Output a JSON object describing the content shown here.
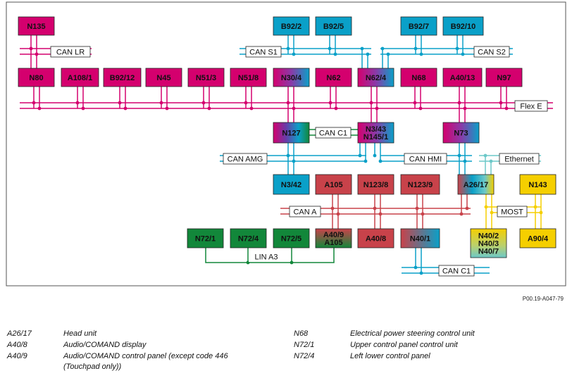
{
  "diagram": {
    "reference": "P00.19-A047-79",
    "colors": {
      "magenta": "#d4006e",
      "cyan": "#0aa0c8",
      "red": "#c8424a",
      "green": "#12873a",
      "yellow": "#f5cf00",
      "teal": "#6cc8c8",
      "purple": "#9a2a8c"
    },
    "modules": [
      {
        "id": "N135",
        "label": "N135",
        "color": "magenta"
      },
      {
        "id": "N80",
        "label": "N80",
        "color": "magenta"
      },
      {
        "id": "A108-1",
        "label": "A108/1",
        "color": "magenta"
      },
      {
        "id": "B92-12",
        "label": "B92/12",
        "color": "magenta"
      },
      {
        "id": "N45",
        "label": "N45",
        "color": "magenta"
      },
      {
        "id": "N51-3",
        "label": "N51/3",
        "color": "magenta"
      },
      {
        "id": "N51-8",
        "label": "N51/8",
        "color": "magenta"
      },
      {
        "id": "N30-4",
        "label": "N30/4",
        "color": "magenta-cyan"
      },
      {
        "id": "N62",
        "label": "N62",
        "color": "magenta"
      },
      {
        "id": "N62-4",
        "label": "N62/4",
        "color": "magenta-cyan"
      },
      {
        "id": "N68",
        "label": "N68",
        "color": "magenta"
      },
      {
        "id": "A40-13",
        "label": "A40/13",
        "color": "magenta"
      },
      {
        "id": "N97",
        "label": "N97",
        "color": "magenta"
      },
      {
        "id": "B92-2",
        "label": "B92/2",
        "color": "cyan"
      },
      {
        "id": "B92-5",
        "label": "B92/5",
        "color": "cyan"
      },
      {
        "id": "B92-7",
        "label": "B92/7",
        "color": "cyan"
      },
      {
        "id": "B92-10",
        "label": "B92/10",
        "color": "cyan"
      },
      {
        "id": "N127",
        "label": "N127",
        "color": "multi"
      },
      {
        "id": "N3-43",
        "label": "N3/43\nN145/1",
        "color": "magenta-cyan"
      },
      {
        "id": "N73",
        "label": "N73",
        "color": "magenta-cyan"
      },
      {
        "id": "N3-42",
        "label": "N3/42",
        "color": "cyan"
      },
      {
        "id": "A105",
        "label": "A105",
        "color": "red"
      },
      {
        "id": "N123-8",
        "label": "N123/8",
        "color": "red"
      },
      {
        "id": "N123-9",
        "label": "N123/9",
        "color": "red"
      },
      {
        "id": "A26-17",
        "label": "A26/17",
        "color": "multi2"
      },
      {
        "id": "N143",
        "label": "N143",
        "color": "yellow"
      },
      {
        "id": "N72-1",
        "label": "N72/1",
        "color": "green"
      },
      {
        "id": "N72-4",
        "label": "N72/4",
        "color": "green"
      },
      {
        "id": "N72-5",
        "label": "N72/5",
        "color": "green"
      },
      {
        "id": "A40-9",
        "label": "A40/9\nA105",
        "color": "red-green"
      },
      {
        "id": "A40-8",
        "label": "A40/8",
        "color": "red"
      },
      {
        "id": "N40-1",
        "label": "N40/1",
        "color": "red-cyan"
      },
      {
        "id": "N40-2",
        "label": "N40/2\nN40/3\nN40/7",
        "color": "yellow-cyan"
      },
      {
        "id": "A90-4",
        "label": "A90/4",
        "color": "yellow"
      }
    ],
    "buses": [
      {
        "id": "can-lr",
        "label": "CAN LR"
      },
      {
        "id": "can-s1",
        "label": "CAN S1"
      },
      {
        "id": "can-s2",
        "label": "CAN S2"
      },
      {
        "id": "flex-e",
        "label": "Flex E"
      },
      {
        "id": "can-c1-top",
        "label": "CAN C1"
      },
      {
        "id": "can-amg",
        "label": "CAN AMG"
      },
      {
        "id": "can-hmi",
        "label": "CAN HMI"
      },
      {
        "id": "ethernet",
        "label": "Ethernet"
      },
      {
        "id": "can-a",
        "label": "CAN A"
      },
      {
        "id": "most",
        "label": "MOST"
      },
      {
        "id": "lin-a3",
        "label": "LIN A3"
      },
      {
        "id": "can-c1-bottom",
        "label": "CAN C1"
      }
    ]
  },
  "legend": [
    {
      "code": "A26/17",
      "desc": "Head unit"
    },
    {
      "code": "A40/8",
      "desc": "Audio/COMAND display"
    },
    {
      "code": "A40/9",
      "desc": "Audio/COMAND control panel (except code 446"
    },
    {
      "code": "",
      "desc": "(Touchpad only))"
    },
    {
      "code": "N68",
      "desc": "Electrical power steering control unit"
    },
    {
      "code": "N72/1",
      "desc": "Upper control panel control unit"
    },
    {
      "code": "N72/4",
      "desc": "Left lower control panel"
    }
  ]
}
